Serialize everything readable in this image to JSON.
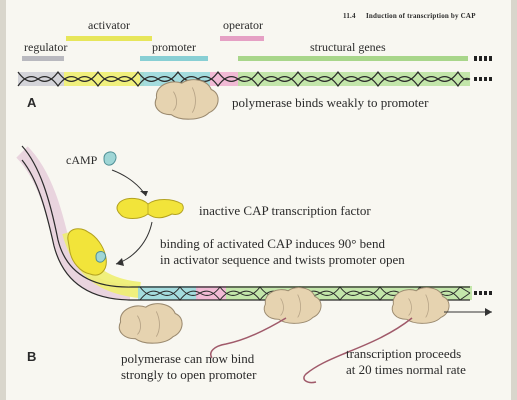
{
  "header": {
    "figure_number": "11.4",
    "title": "Induction of transcription by CAP"
  },
  "panel_a": {
    "label": "A",
    "regions": {
      "regulator": "regulator",
      "activator": "activator",
      "promoter": "promoter",
      "operator": "operator",
      "structural_genes": "structural genes"
    },
    "caption": "polymerase binds weakly to promoter"
  },
  "panel_b": {
    "label": "B",
    "camp": "cAMP",
    "inactive_cap": "inactive CAP transcription factor",
    "binding_line1": "binding of activated CAP induces 90° bend",
    "binding_line2": "in activator sequence and twists promoter open",
    "polymerase_line1": "polymerase can now bind",
    "polymerase_line2": "strongly to open promoter",
    "transcription_line1": "transcription proceeds",
    "transcription_line2": "at 20 times normal rate"
  },
  "colors": {
    "regulator": "#b9b9bf",
    "activator": "#e7e65a",
    "promoter": "#88cfd4",
    "operator": "#e5a0c4",
    "structural_genes": "#a8d68a",
    "cap_protein": "#f2e43a",
    "camp": "#9fd6d6",
    "polymerase": "#e6d3b0",
    "mrna": "#a05a6a"
  }
}
